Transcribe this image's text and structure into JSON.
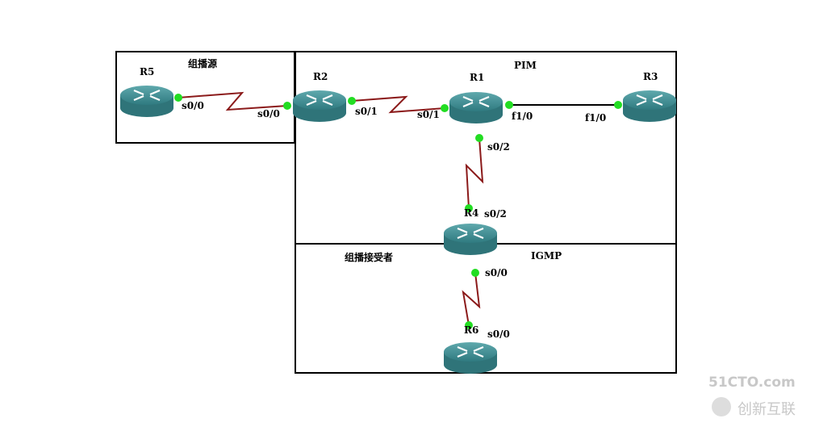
{
  "areas": {
    "source": "组播源",
    "pim": "PIM",
    "receiver": "组播接受者",
    "igmp": "IGMP"
  },
  "routers": {
    "r1": "R1",
    "r2": "R2",
    "r3": "R3",
    "r4": "R4",
    "r5": "R5",
    "r6": "R6"
  },
  "interfaces": {
    "r5_s00": "s0/0",
    "r2_s00": "s0/0",
    "r2_s01": "s0/1",
    "r1_s01": "s0/1",
    "r1_f10": "f1/0",
    "r3_f10": "f1/0",
    "r1_s02": "s0/2",
    "r4_s02": "s0/2",
    "r4_s00": "s0/0",
    "r6_s00": "s0/0"
  },
  "watermark": {
    "site": "51CTO.com",
    "brand": "创新互联"
  },
  "colors": {
    "serial": "#8b1a1a",
    "ethernet": "#000000",
    "port": "#22dd22",
    "router": "#3f8f94"
  }
}
